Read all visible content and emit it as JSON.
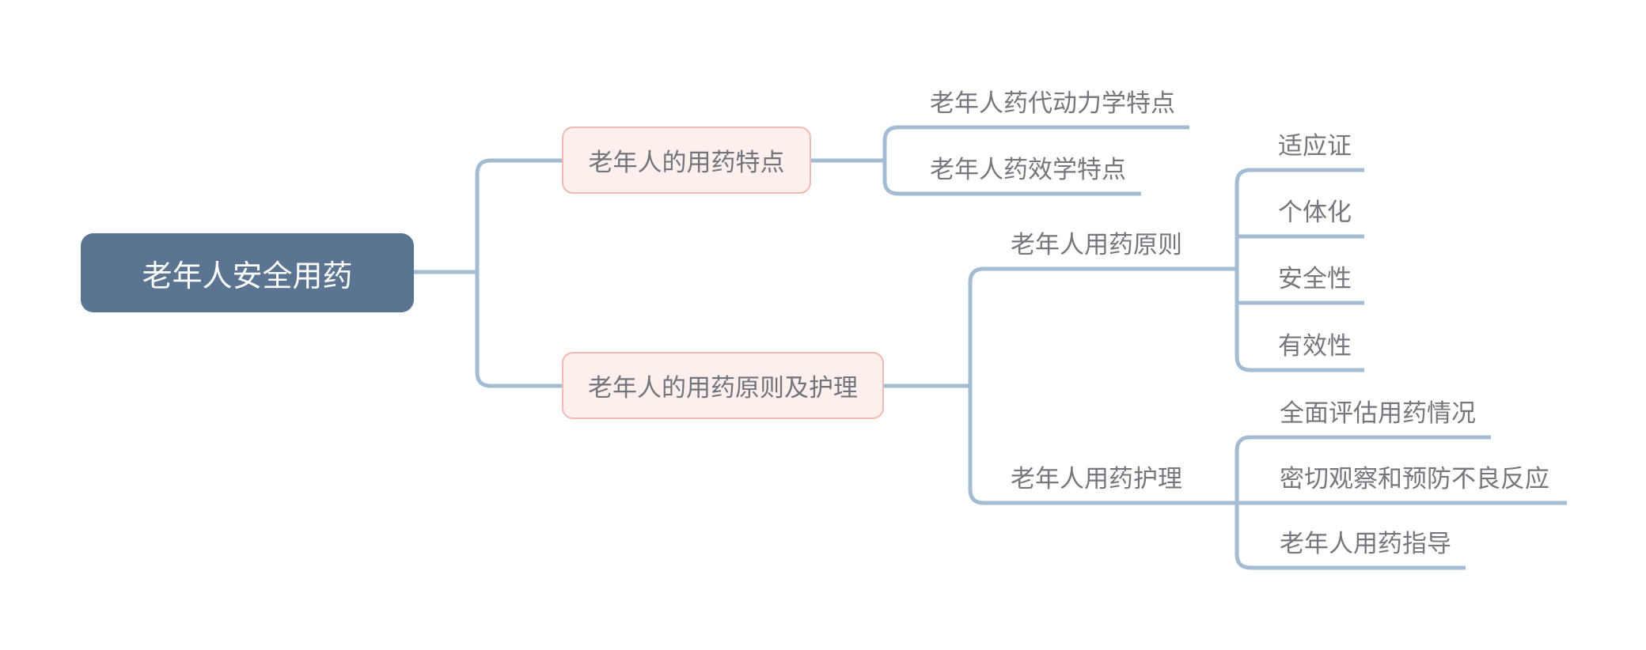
{
  "meta": {
    "app": "mind-map",
    "diagram_type": "mindmap"
  },
  "colors": {
    "background": "#ffffff",
    "root_fill": "#5a7492",
    "root_text": "#ffffff",
    "branch_fill": "#fcefec",
    "branch_border": "#f0b9b3",
    "branch_text": "#73737b",
    "leaf_text": "#76767e",
    "connector_line": "#a3bcd3"
  },
  "mindmap": {
    "root": {
      "label": "老年人安全用药"
    },
    "branches": [
      {
        "label": "老年人的用药特点",
        "children": [
          {
            "label": "老年人药代动力学特点"
          },
          {
            "label": "老年人药效学特点"
          }
        ]
      },
      {
        "label": "老年人的用药原则及护理",
        "children": [
          {
            "label": "老年人用药原则",
            "children": [
              {
                "label": "适应证"
              },
              {
                "label": "个体化"
              },
              {
                "label": "安全性"
              },
              {
                "label": "有效性"
              }
            ]
          },
          {
            "label": "老年人用药护理",
            "children": [
              {
                "label": "全面评估用药情况"
              },
              {
                "label": "密切观察和预防不良反应"
              },
              {
                "label": "老年人用药指导"
              }
            ]
          }
        ]
      }
    ]
  }
}
